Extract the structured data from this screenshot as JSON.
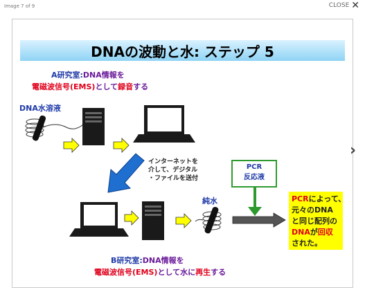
{
  "viewer": {
    "counter": "Image 7 of 9",
    "close_label": "CLOSE",
    "close_icon": "close-icon",
    "next_icon": "chevron-right-icon"
  },
  "slide": {
    "title": "DNAの波動と水: ステップ 5",
    "lab_a": {
      "line1_prefix": "A研究室",
      "line1_colon": ":",
      "line1_suffix": "DNA情報を",
      "line2_red1": "電磁波信号(EMS)",
      "line2_mid": "として",
      "line2_red2": "録音",
      "line2_end": "する"
    },
    "dna_solution": "DNA水溶液",
    "internet_note": [
      "インターネットを",
      "介して、デジタル",
      "・ファイルを送付"
    ],
    "pcr": [
      "PCR",
      "反応液"
    ],
    "pure_water": "純水",
    "result": {
      "line1_red": "PCR",
      "line1_rest": "によって、",
      "line2": "元々のDNA",
      "line3": "と同じ配列の",
      "line4_red": "DNA",
      "line4_mid": "が",
      "line4_red2": "回収",
      "line5": "された。"
    },
    "lab_b": {
      "line1_prefix": "B研究室",
      "line1_colon": ":",
      "line1_suffix": "DNA情報を",
      "line2_red1": "電磁波信号(EMS)",
      "line2_mid": "として水に",
      "line2_red2": "再生",
      "line2_end": "する"
    },
    "colors": {
      "title_top": "#d9f2ff",
      "title_bottom": "#8fd3f5",
      "blue_text": "#1f3aa8",
      "red_text": "#e0001b",
      "yellow_box": "#ffff00",
      "green": "#2e9a2e",
      "arrow_yellow": "#ffff00",
      "arrow_blue": "#1f6fd0"
    }
  }
}
